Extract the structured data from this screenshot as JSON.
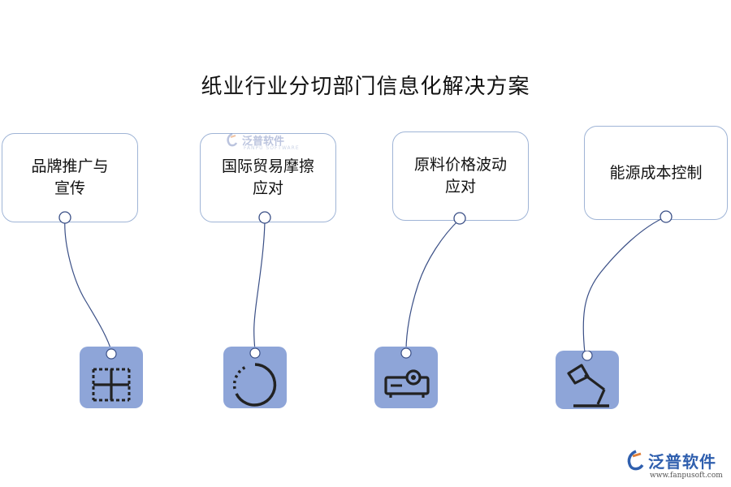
{
  "title": "纸业行业分切部门信息化解决方案",
  "cards": [
    {
      "line1": "品牌推广与",
      "line2": "宣传",
      "icon": "grid-crosshair-icon"
    },
    {
      "line1": "国际贸易摩擦",
      "line2": "应对",
      "icon": "dashed-circle-icon"
    },
    {
      "line1": "原料价格波动",
      "line2": "应对",
      "icon": "projector-icon"
    },
    {
      "line1": "能源成本控制",
      "line2": "",
      "icon": "desk-lamp-icon"
    }
  ],
  "watermark": {
    "name": "泛普软件",
    "sub": "FANPU SOFTWARE"
  },
  "brand": {
    "name": "泛普软件",
    "url": "www.fanpusoft.com"
  },
  "colors": {
    "card_border": "#9fb4d6",
    "tile_fill": "#8ea5d8",
    "icon_stroke": "#222222",
    "brand_blue": "#2f5fae"
  }
}
